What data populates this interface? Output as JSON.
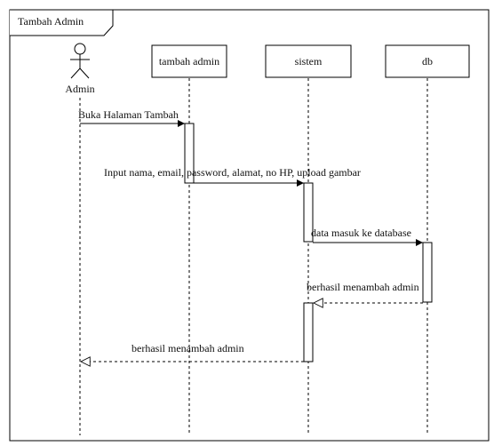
{
  "frame": {
    "title": "Tambah Admin"
  },
  "actor": {
    "label": "Admin"
  },
  "participants": [
    {
      "id": "tambah",
      "label": "tambah admin"
    },
    {
      "id": "sistem",
      "label": "sistem"
    },
    {
      "id": "db",
      "label": "db"
    }
  ],
  "messages": [
    {
      "text": "Buka Halaman Tambah",
      "from": "actor",
      "to": "tambah",
      "kind": "sync"
    },
    {
      "text": "Input nama, email, password, alamat, no HP, upload gambar",
      "from": "tambah",
      "to": "sistem",
      "kind": "sync"
    },
    {
      "text": "data masuk ke database",
      "from": "sistem",
      "to": "db",
      "kind": "sync"
    },
    {
      "text": "berhasil menambah admin",
      "from": "db",
      "to": "sistem",
      "kind": "return"
    },
    {
      "text": "berhasil menambah admin",
      "from": "sistem",
      "to": "actor",
      "kind": "return"
    }
  ],
  "colors": {
    "line": "#000000",
    "box_border": "#000000",
    "background": "#ffffff"
  }
}
